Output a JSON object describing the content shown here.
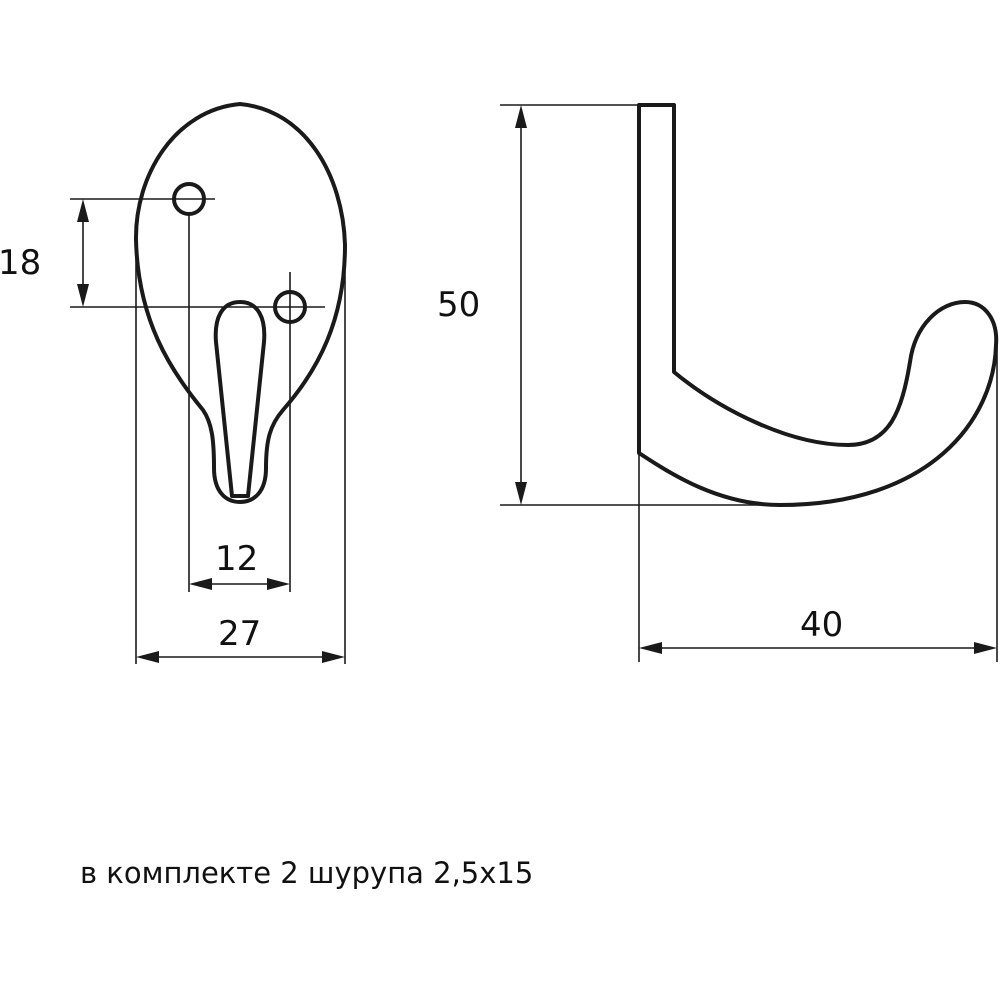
{
  "dimensions": {
    "hole_spacing_vertical": "18",
    "hole_spacing_horizontal": "12",
    "plate_width": "27",
    "hook_height": "50",
    "hook_depth": "40"
  },
  "note": "в комплекте 2 шурупа 2,5х15"
}
